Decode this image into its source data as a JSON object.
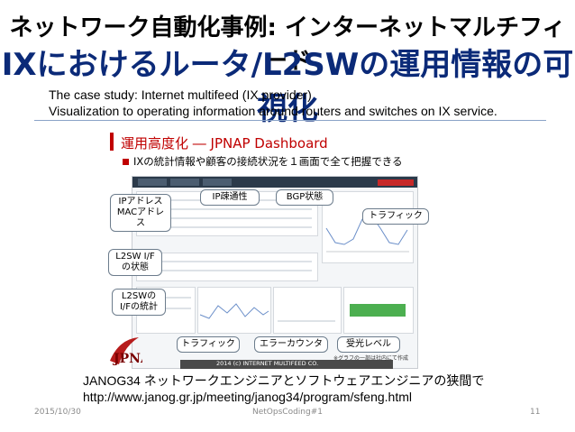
{
  "slide": {
    "title_line1": "ネットワーク自動化事例: インターネットマルチフィード",
    "title_line2": "IXにおけるルータ/L2SWの運用情報の可視化",
    "subtitle_line1": "The case study: Internet multifeed (IX provider)",
    "subtitle_line2": "Visualization to operating information around routers and switches on IX service."
  },
  "inner_slide": {
    "heading": "運用高度化 ― JPNAP Dashboard",
    "bullet": "IXの統計情報や顧客の接続状況を１画面で全て把握できる",
    "copyright": "2014 (c) INTERNET MULTIFEED CO.",
    "note": "※グラフの一部は社内にて作成",
    "page_number": "11",
    "logo_text": "JPNAP"
  },
  "callouts": {
    "ip_mac": "IPアドレス\nMACアドレス",
    "ip_reach": "IP疎通性",
    "bgp": "BGP状態",
    "traffic_top": "トラフィック",
    "l2sw_if_state": "L2SW I/F\nの状態",
    "l2sw_if_stats": "L2SWの\nI/Fの統計",
    "traffic_bottom": "トラフィック",
    "error_counter": "エラーカウンタ",
    "rx_level": "受光レベル"
  },
  "reference": {
    "line1": "JANOG34 ネットワークエンジニアとソフトウェアエンジニアの狭間で",
    "line2": "http://www.janog.gr.jp/meeting/janog34/program/sfeng.html"
  },
  "footer": {
    "date": "2015/10/30",
    "event": "NetOpsCoding#1",
    "page": "11"
  },
  "colors": {
    "title_blue": "#0b2a78",
    "accent_red": "#c00000",
    "footer_gray": "#8a8a8a"
  }
}
